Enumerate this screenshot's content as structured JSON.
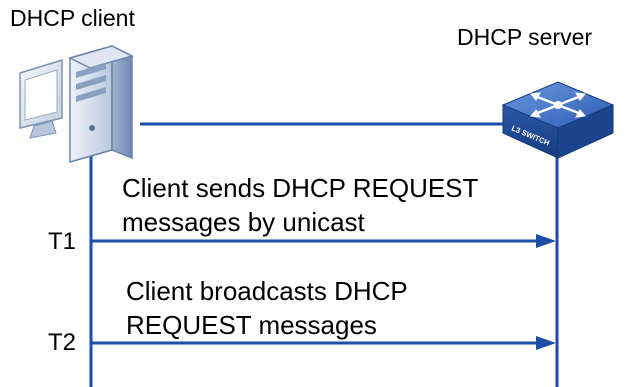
{
  "client": {
    "title": "DHCP client",
    "icon": "desktop-computer-icon"
  },
  "server": {
    "title": "DHCP server",
    "icon": "l3-switch-icon",
    "device_label": "L3 SWITCH"
  },
  "messages": [
    {
      "time_label": "T1",
      "line1": "Client sends DHCP REQUEST",
      "line2": "messages by unicast"
    },
    {
      "time_label": "T2",
      "line1": "Client broadcasts DHCP",
      "line2": "REQUEST messages"
    }
  ],
  "colors": {
    "line": "#1a4ea8",
    "switch_top": "#3a70c6",
    "switch_side": "#1f4d9a",
    "pc_body": "#c8d4e4",
    "text": "#000000"
  }
}
